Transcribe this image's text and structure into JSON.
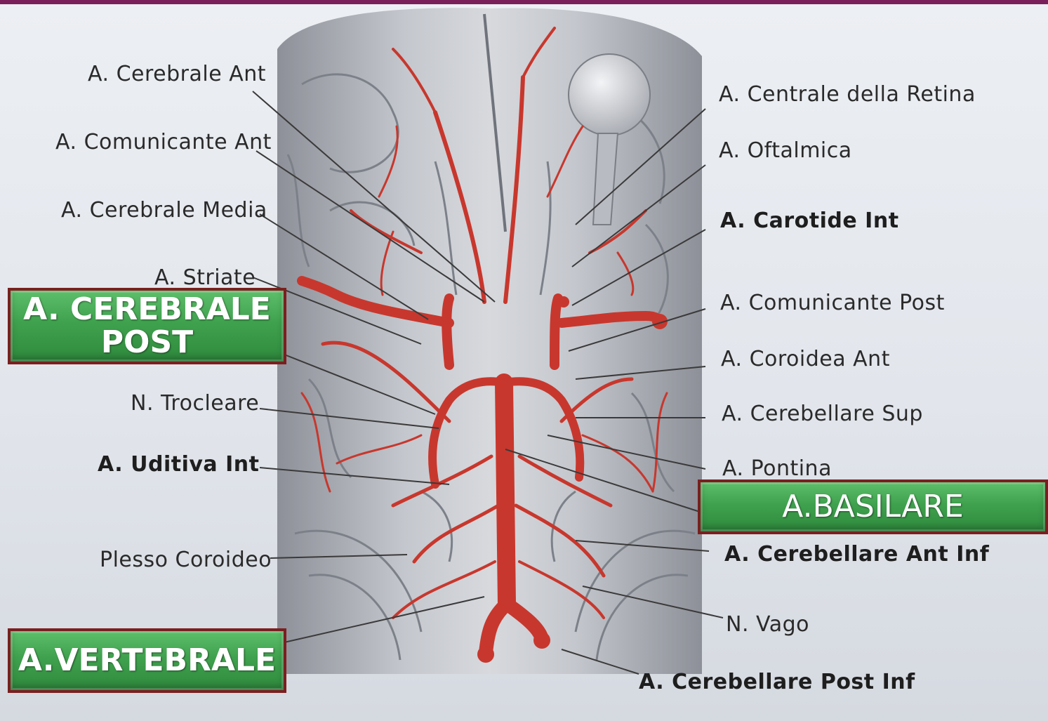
{
  "labels_left": {
    "cerebrale_ant": "A. Cerebrale Ant",
    "comunicante_ant": "A. Comunicante Ant",
    "cerebrale_media": "A. Cerebrale Media",
    "striate": "A. Striate",
    "trocleare": "N. Trocleare",
    "uditiva_int": "A. Uditiva Int",
    "plesso_coroideo": "Plesso Coroideo"
  },
  "labels_right": {
    "centrale_retina": "A. Centrale della Retina",
    "oftalmica": "A. Oftalmica",
    "carotide_int": "A. Carotide Int",
    "comunicante_post": "A. Comunicante Post",
    "coroidea_ant": "A. Coroidea Ant",
    "cerebellare_sup": "A. Cerebellare Sup",
    "pontina": "A. Pontina",
    "cerebellare_ant_inf": "A. Cerebellare Ant Inf",
    "vago": "N. Vago",
    "cerebellare_post_inf": "A. Cerebellare Post Inf"
  },
  "highlight_boxes": {
    "cerebrale_post": "A. CEREBRALE POST",
    "basilare": "A.BASILARE",
    "vertebrale": "A.VERTEBRALE"
  },
  "colors": {
    "artery": "#c8372d",
    "box_green": "#3fa14e",
    "box_border": "#7a1f1f",
    "top_bar": "#7a1f5a"
  }
}
